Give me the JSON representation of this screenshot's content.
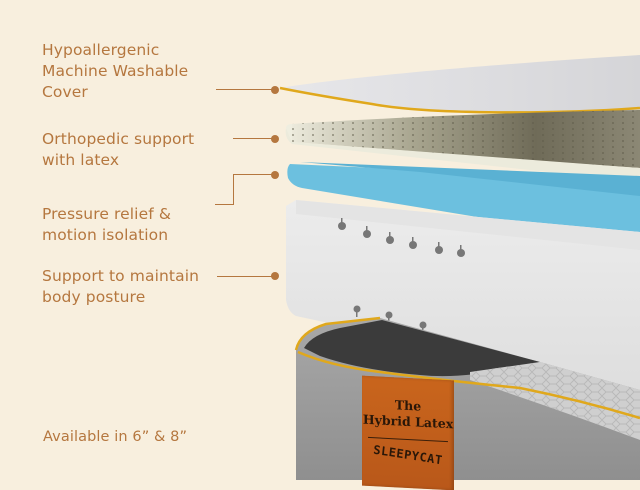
{
  "features": [
    {
      "id": "cover",
      "label": "Hypoallergenic\nMachine Washable\nCover"
    },
    {
      "id": "latex",
      "label": "Orthopedic support\nwith latex"
    },
    {
      "id": "pressure",
      "label": "Pressure relief &\nmotion isolation"
    },
    {
      "id": "support",
      "label": "Support to maintain\nbody posture"
    }
  ],
  "availability": "Available in 6” & 8”",
  "product_tag": {
    "title": "The\nHybrid Latex",
    "brand": "SLEEPYCAT"
  },
  "colors": {
    "background": "#f8efde",
    "text_accent": "#b5773f",
    "piping": "#e0a81c",
    "gel_layer": "#6fc3e0",
    "tag": "#c1601b"
  }
}
